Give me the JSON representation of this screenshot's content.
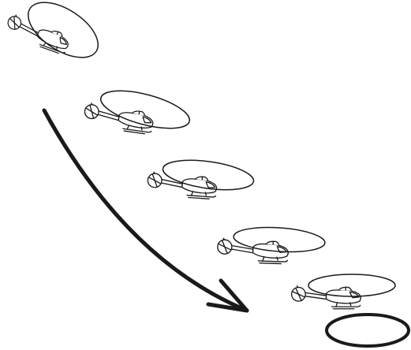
{
  "diagram": {
    "colors": {
      "stroke": "#1a1a1a",
      "background": "#ffffff",
      "fill": "#ffffff"
    },
    "helicopters": [
      {
        "icon": "helicopter-icon",
        "pitch_deg": 20,
        "rotor_tilt_deg": 33
      },
      {
        "icon": "helicopter-icon",
        "pitch_deg": 8,
        "rotor_tilt_deg": 15
      },
      {
        "icon": "helicopter-icon",
        "pitch_deg": 4,
        "rotor_tilt_deg": 8
      },
      {
        "icon": "helicopter-icon",
        "pitch_deg": 2,
        "rotor_tilt_deg": 4
      },
      {
        "icon": "helicopter-icon",
        "pitch_deg": 0,
        "rotor_tilt_deg": 0
      }
    ],
    "trajectory_arrow": {
      "icon": "curved-arrow-icon"
    },
    "landing_target": {
      "icon": "landing-circle-icon"
    }
  }
}
